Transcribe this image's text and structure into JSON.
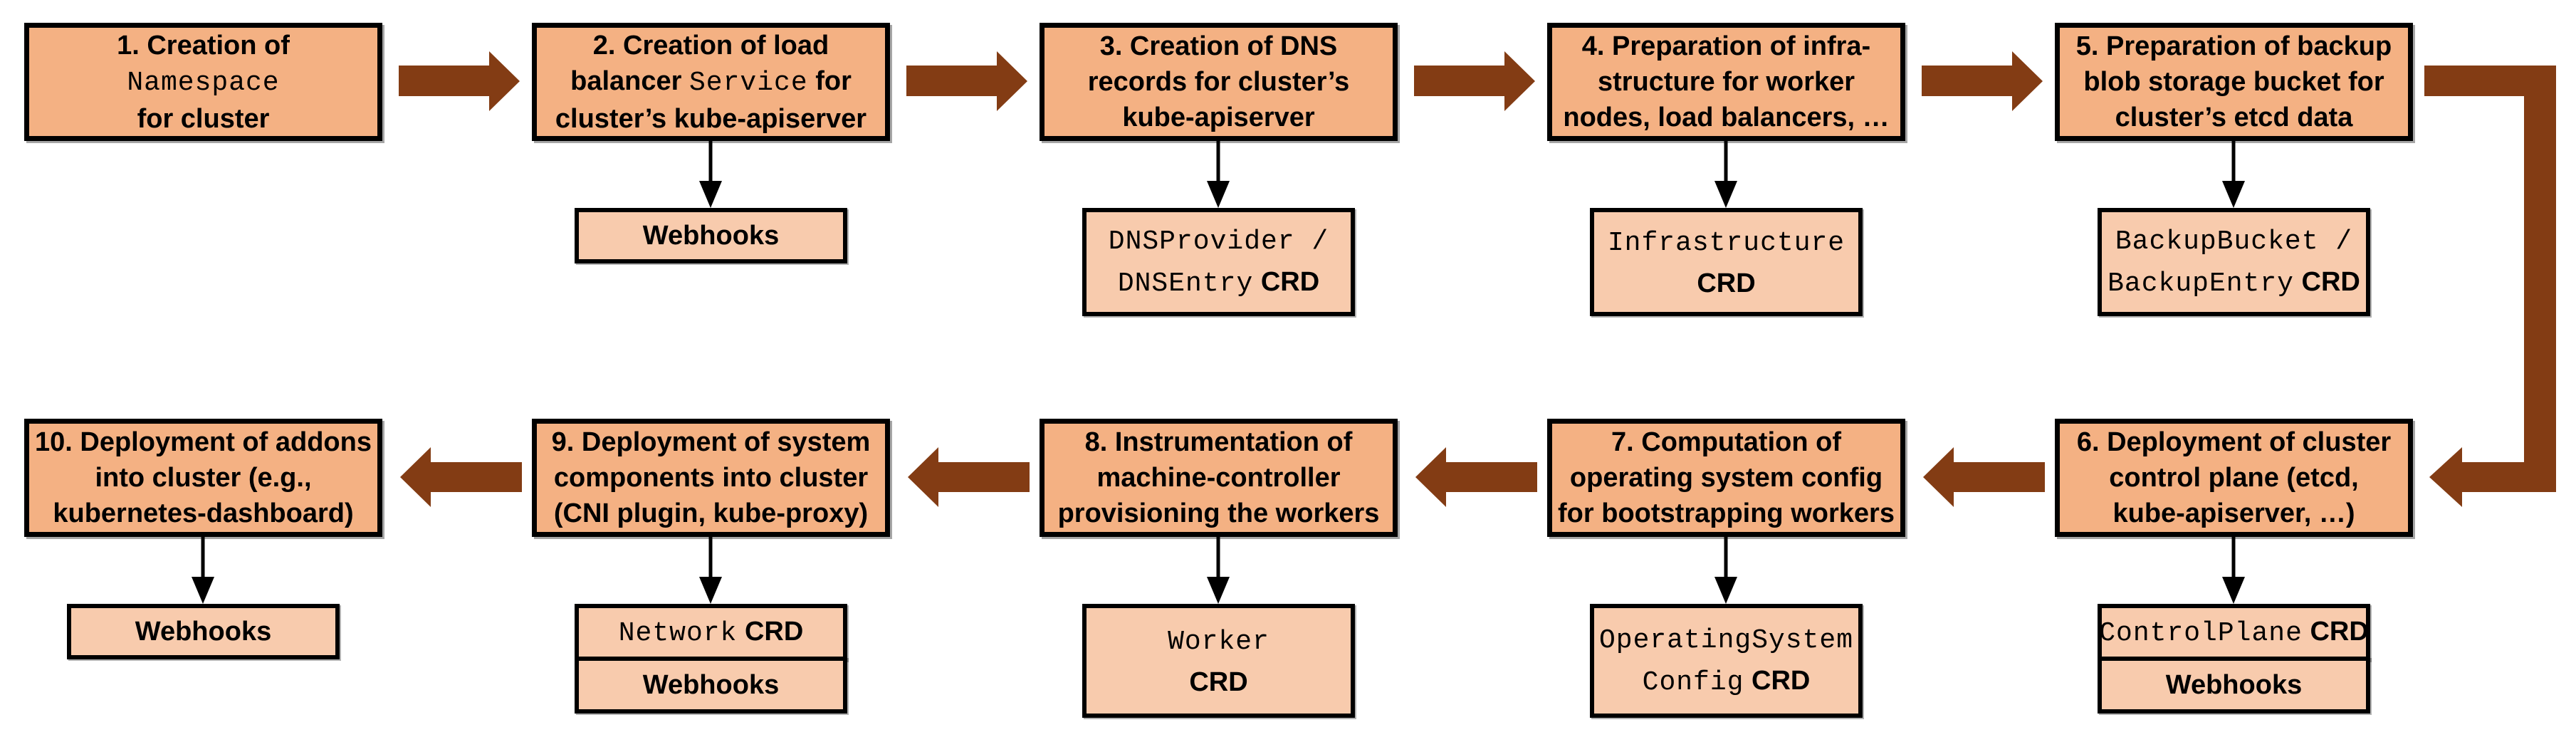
{
  "colors": {
    "main_box_fill": "#F4B183",
    "sub_box_fill": "#F8CBAD",
    "border": "#000000",
    "arrow": "#833C14",
    "thin_arrow": "#000000",
    "background": "#FFFFFF"
  },
  "steps": [
    {
      "lines": [
        [
          "1. Creation of"
        ],
        [
          "Namespace"
        ],
        [
          "for cluster"
        ]
      ],
      "subs": []
    },
    {
      "lines": [
        [
          "2. Creation of load"
        ],
        [
          "balancer",
          "Service",
          "for"
        ],
        [
          "cluster’s kube-apiserver"
        ]
      ],
      "subs": [
        {
          "lines": [
            [
              "Webhooks"
            ]
          ]
        }
      ]
    },
    {
      "lines": [
        [
          "3. Creation of DNS"
        ],
        [
          "records for cluster’s"
        ],
        [
          "kube-apiserver"
        ]
      ],
      "subs": [
        {
          "lines": [
            [
              "DNSProvider /"
            ],
            [
              "DNSEntry",
              "CRD"
            ]
          ]
        }
      ]
    },
    {
      "lines": [
        [
          "4. Preparation of infra-"
        ],
        [
          "structure for worker"
        ],
        [
          "nodes, load balancers, …"
        ]
      ],
      "subs": [
        {
          "lines": [
            [
              "Infrastructure"
            ],
            [
              "CRD"
            ]
          ]
        }
      ]
    },
    {
      "lines": [
        [
          "5. Preparation of backup"
        ],
        [
          "blob storage bucket for"
        ],
        [
          "cluster’s etcd data"
        ]
      ],
      "subs": [
        {
          "lines": [
            [
              "BackupBucket /"
            ],
            [
              "BackupEntry",
              "CRD"
            ]
          ]
        }
      ]
    },
    {
      "lines": [
        [
          "6. Deployment of cluster"
        ],
        [
          "control plane (etcd,"
        ],
        [
          "kube-apiserver, …)"
        ]
      ],
      "subs": [
        {
          "lines": [
            [
              "ControlPlane",
              "CRD"
            ]
          ]
        },
        {
          "lines": [
            [
              "Webhooks"
            ]
          ]
        }
      ]
    },
    {
      "lines": [
        [
          "7. Computation of"
        ],
        [
          "operating system config"
        ],
        [
          "for bootstrapping workers"
        ]
      ],
      "subs": [
        {
          "lines": [
            [
              "OperatingSystem"
            ],
            [
              "Config",
              "CRD"
            ]
          ]
        }
      ]
    },
    {
      "lines": [
        [
          "8. Instrumentation of"
        ],
        [
          "machine-controller"
        ],
        [
          "provisioning the workers"
        ]
      ],
      "subs": [
        {
          "lines": [
            [
              "Worker"
            ],
            [
              "CRD"
            ]
          ]
        }
      ]
    },
    {
      "lines": [
        [
          "9. Deployment of system"
        ],
        [
          "components into cluster"
        ],
        [
          "(CNI plugin, kube-proxy)"
        ]
      ],
      "subs": [
        {
          "lines": [
            [
              "Network",
              "CRD"
            ]
          ]
        },
        {
          "lines": [
            [
              "Webhooks"
            ]
          ]
        }
      ]
    },
    {
      "lines": [
        [
          "10. Deployment of addons"
        ],
        [
          "into cluster (e.g.,"
        ],
        [
          "kubernetes-dashboard)"
        ]
      ],
      "subs": [
        {
          "lines": [
            [
              "Webhooks"
            ]
          ]
        }
      ]
    }
  ]
}
